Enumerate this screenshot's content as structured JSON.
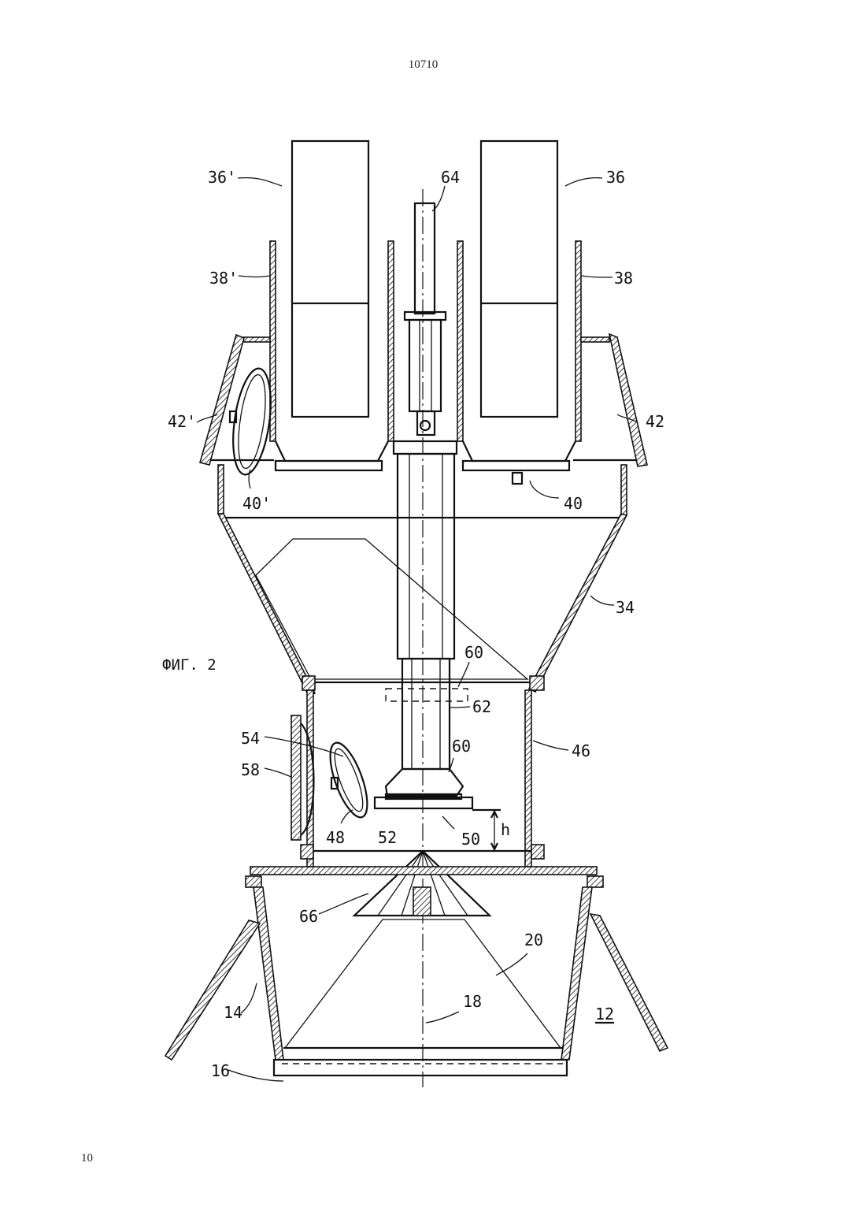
{
  "page": {
    "number_top": "10710",
    "number_bottom": "10"
  },
  "figure": {
    "caption": "ФИГ. 2"
  },
  "labels": {
    "l36p": "36'",
    "l36": "36",
    "l64": "64",
    "l38p": "38'",
    "l38": "38",
    "l42p": "42'",
    "l42": "42",
    "l40p": "40'",
    "l40": "40",
    "l34": "34",
    "l60a": "60",
    "l62": "62",
    "l60b": "60",
    "l54": "54",
    "l58": "58",
    "l46": "46",
    "l48": "48",
    "l52": "52",
    "l50": "50",
    "lh": "h",
    "l66": "66",
    "l20": "20",
    "l18": "18",
    "l14": "14",
    "l12": "12",
    "l16": "16"
  }
}
